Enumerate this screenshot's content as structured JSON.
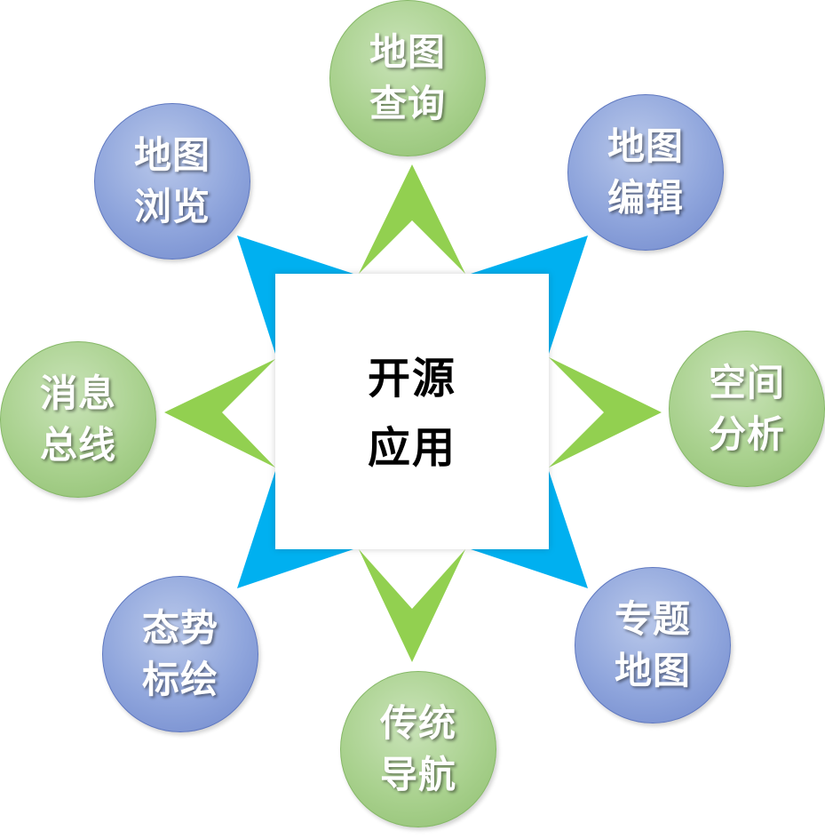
{
  "center": {
    "lines": [
      "开源",
      "应用"
    ]
  },
  "colors": {
    "arrow_green": "#92d050",
    "arrow_blue": "#00b0f0",
    "node_green": "#a9d18e",
    "node_blue": "#8fa5dc",
    "node_text": "#ffffff",
    "center_text": "#000000"
  },
  "nodes": [
    {
      "id": "map-query",
      "lines": [
        "地图",
        "查询"
      ],
      "color": "green"
    },
    {
      "id": "map-edit",
      "lines": [
        "地图",
        "编辑"
      ],
      "color": "blue"
    },
    {
      "id": "spatial-analysis",
      "lines": [
        "空间",
        "分析"
      ],
      "color": "green"
    },
    {
      "id": "thematic-map",
      "lines": [
        "专题",
        "地图"
      ],
      "color": "blue"
    },
    {
      "id": "traditional-navigation",
      "lines": [
        "传统",
        "导航"
      ],
      "color": "green"
    },
    {
      "id": "situation-plotting",
      "lines": [
        "态势",
        "标绘"
      ],
      "color": "blue"
    },
    {
      "id": "message-bus",
      "lines": [
        "消息",
        "总线"
      ],
      "color": "green"
    },
    {
      "id": "map-browse",
      "lines": [
        "地图",
        "浏览"
      ],
      "color": "blue"
    }
  ]
}
